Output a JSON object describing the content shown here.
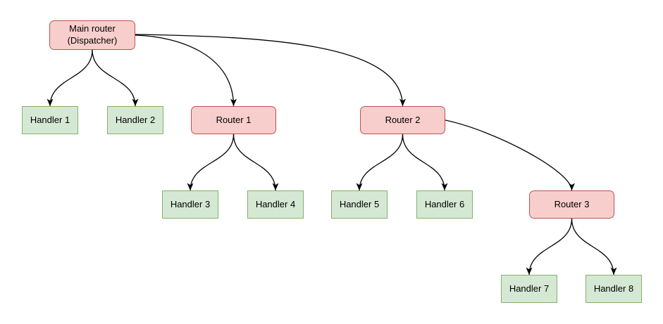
{
  "diagram": {
    "background": "#ffffff",
    "colors": {
      "router_fill": "#f8cecc",
      "router_stroke": "#b85450",
      "handler_fill": "#d5e8d4",
      "handler_stroke": "#82b366",
      "edge_color": "#000000",
      "text_color": "#000000"
    },
    "nodes": [
      {
        "id": "main-router",
        "type": "router",
        "label": "Main router\n(Dispatcher)"
      },
      {
        "id": "handler-1",
        "type": "handler",
        "label": "Handler 1"
      },
      {
        "id": "handler-2",
        "type": "handler",
        "label": "Handler 2"
      },
      {
        "id": "router-1",
        "type": "router",
        "label": "Router 1"
      },
      {
        "id": "router-2",
        "type": "router",
        "label": "Router 2"
      },
      {
        "id": "handler-3",
        "type": "handler",
        "label": "Handler 3"
      },
      {
        "id": "handler-4",
        "type": "handler",
        "label": "Handler 4"
      },
      {
        "id": "handler-5",
        "type": "handler",
        "label": "Handler 5"
      },
      {
        "id": "handler-6",
        "type": "handler",
        "label": "Handler 6"
      },
      {
        "id": "router-3",
        "type": "router",
        "label": "Router 3"
      },
      {
        "id": "handler-7",
        "type": "handler",
        "label": "Handler 7"
      },
      {
        "id": "handler-8",
        "type": "handler",
        "label": "Handler 8"
      }
    ],
    "edges": [
      {
        "from": "main-router",
        "to": "handler-1"
      },
      {
        "from": "main-router",
        "to": "handler-2"
      },
      {
        "from": "main-router",
        "to": "router-1"
      },
      {
        "from": "main-router",
        "to": "router-2"
      },
      {
        "from": "router-1",
        "to": "handler-3"
      },
      {
        "from": "router-1",
        "to": "handler-4"
      },
      {
        "from": "router-2",
        "to": "handler-5"
      },
      {
        "from": "router-2",
        "to": "handler-6"
      },
      {
        "from": "router-2",
        "to": "router-3"
      },
      {
        "from": "router-3",
        "to": "handler-7"
      },
      {
        "from": "router-3",
        "to": "handler-8"
      }
    ]
  }
}
